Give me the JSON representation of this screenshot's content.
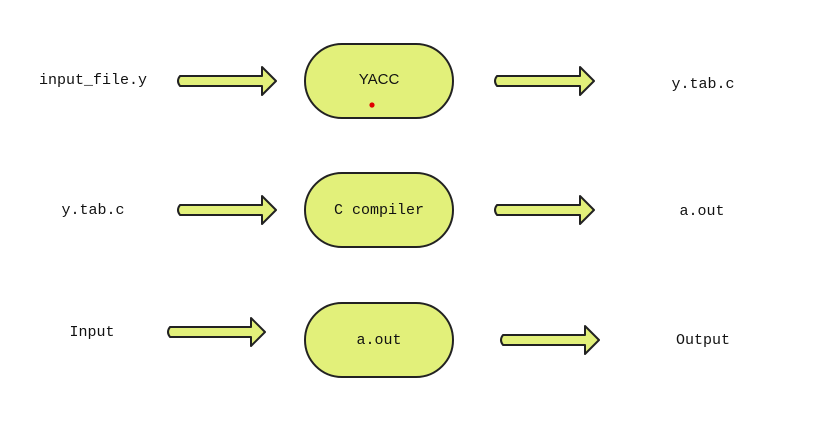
{
  "diagram": {
    "colors": {
      "node_fill": "#e2f07a",
      "stroke": "#222222",
      "dot": "#e00000",
      "background": "#ffffff"
    },
    "rows": [
      {
        "input": "input_file.y",
        "process": "YACC",
        "output": "y.tab.c"
      },
      {
        "input": "y.tab.c",
        "process": "C compiler",
        "output": "a.out"
      },
      {
        "input": "Input",
        "process": "a.out",
        "output": "Output"
      }
    ]
  }
}
